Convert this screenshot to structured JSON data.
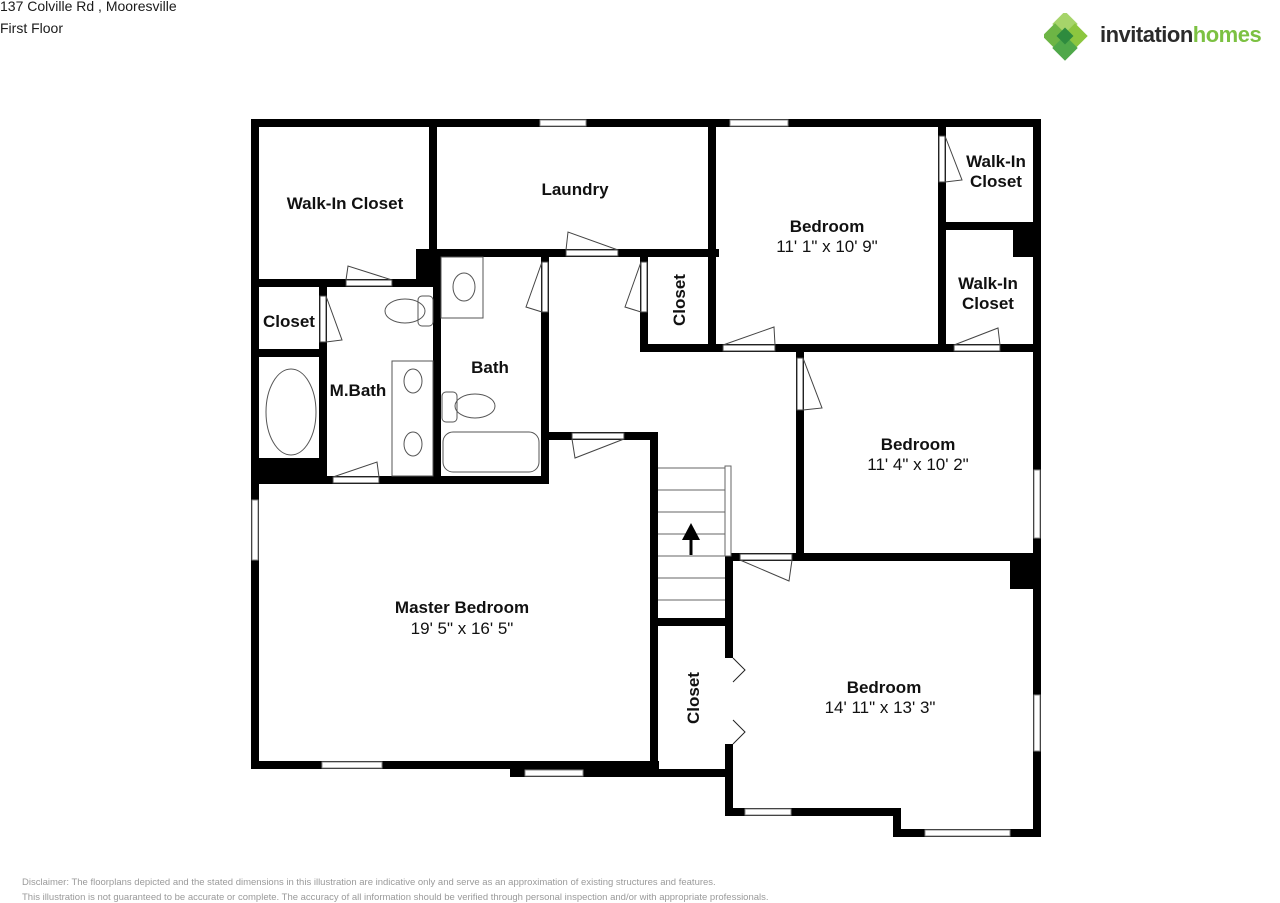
{
  "header": {
    "address": "137 Colville Rd , Mooresville",
    "floor": "First Floor"
  },
  "logo": {
    "word1": "invitation",
    "word2": "homes",
    "colors": {
      "dark": "#2b2b2b",
      "green": "#7cc142",
      "mark_light": "#8cc63f",
      "mark_dark": "#3a9b47"
    }
  },
  "rooms": {
    "walk_in_closet_master": {
      "name": "Walk-In Closet"
    },
    "laundry": {
      "name": "Laundry"
    },
    "bedroom_2": {
      "name": "Bedroom",
      "dims": "11' 1\" x 10' 9\""
    },
    "walk_in_closet_2a_l1": {
      "name": "Walk-In"
    },
    "walk_in_closet_2a_l2": {
      "name": "Closet"
    },
    "walk_in_closet_2b_l1": {
      "name": "Walk-In"
    },
    "walk_in_closet_2b_l2": {
      "name": "Closet"
    },
    "closet_master": {
      "name": "Closet"
    },
    "master_bath": {
      "name": "M.Bath"
    },
    "bath": {
      "name": "Bath"
    },
    "hall_closet": {
      "name": "Closet"
    },
    "bedroom_3": {
      "name": "Bedroom",
      "dims": "11' 4\" x 10' 2\""
    },
    "master_bedroom": {
      "name": "Master Bedroom",
      "dims": "19' 5\" x 16' 5\""
    },
    "closet_bedroom_4": {
      "name": "Closet"
    },
    "bedroom_4": {
      "name": "Bedroom",
      "dims": "14' 11\" x 13' 3\""
    }
  },
  "disclaimer": {
    "line1": "Disclaimer: The floorplans depicted and the stated dimensions in this illustration are indicative only and serve as an approximation of existing structures and features.",
    "line2": "This illustration is not guaranteed to be accurate or complete. The accuracy of all information should be verified through personal inspection and/or with appropriate professionals."
  }
}
